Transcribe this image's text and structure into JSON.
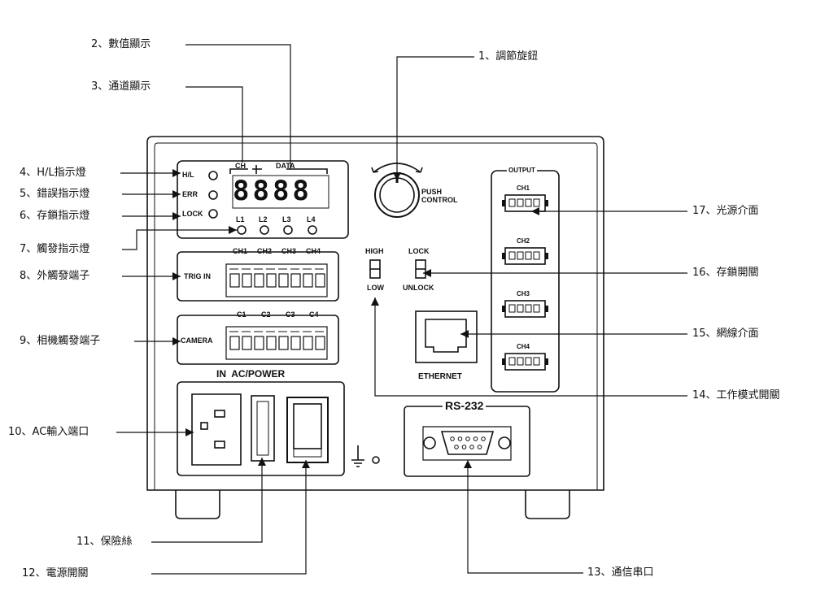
{
  "callouts": [
    {
      "id": "c1",
      "text": "1、調節旋鈕"
    },
    {
      "id": "c2",
      "text": "2、數值顯示"
    },
    {
      "id": "c3",
      "text": "3、通道顯示"
    },
    {
      "id": "c4",
      "text": "4、H/L指示燈"
    },
    {
      "id": "c5",
      "text": "5、錯誤指示燈"
    },
    {
      "id": "c6",
      "text": "6、存鎖指示燈"
    },
    {
      "id": "c7",
      "text": "7、觸發指示燈"
    },
    {
      "id": "c8",
      "text": "8、外觸發端子"
    },
    {
      "id": "c9",
      "text": "9、相機觸發端子"
    },
    {
      "id": "c10",
      "text": "10、AC輸入端口"
    },
    {
      "id": "c11",
      "text": "11、保險絲"
    },
    {
      "id": "c12",
      "text": "12、電源開關"
    },
    {
      "id": "c13",
      "text": "13、通信串口"
    },
    {
      "id": "c14",
      "text": "14、工作模式開關"
    },
    {
      "id": "c15",
      "text": "15、網線介面"
    },
    {
      "id": "c16",
      "text": "16、存鎖開關"
    },
    {
      "id": "c17",
      "text": "17、光源介面"
    }
  ],
  "panel": {
    "ch": "CH",
    "data": "DATA",
    "seg_digits": "8888",
    "hl": "H/L",
    "err": "ERR",
    "lock": "LOCK",
    "l1": "L1",
    "l2": "L2",
    "l3": "L3",
    "l4": "L4",
    "push": "PUSH",
    "control": "CONTROL",
    "output": "OUTPUT",
    "out_ch1": "CH1",
    "out_ch2": "CH2",
    "out_ch3": "CH3",
    "out_ch4": "CH4",
    "high": "HIGH",
    "low": "LOW",
    "sw_lock": "LOCK",
    "unlock": "UNLOCK",
    "trig_in": "TRIG IN",
    "trig_ch1": "CH1",
    "trig_ch2": "CH2",
    "trig_ch3": "CH3",
    "trig_ch4": "CH4",
    "camera": "CAMERA",
    "cam_c1": "C1",
    "cam_c2": "C2",
    "cam_c3": "C3",
    "cam_c4": "C4",
    "ethernet": "ETHERNET",
    "in_ac": "IN  AC/POWER",
    "rs232": "RS-232"
  }
}
